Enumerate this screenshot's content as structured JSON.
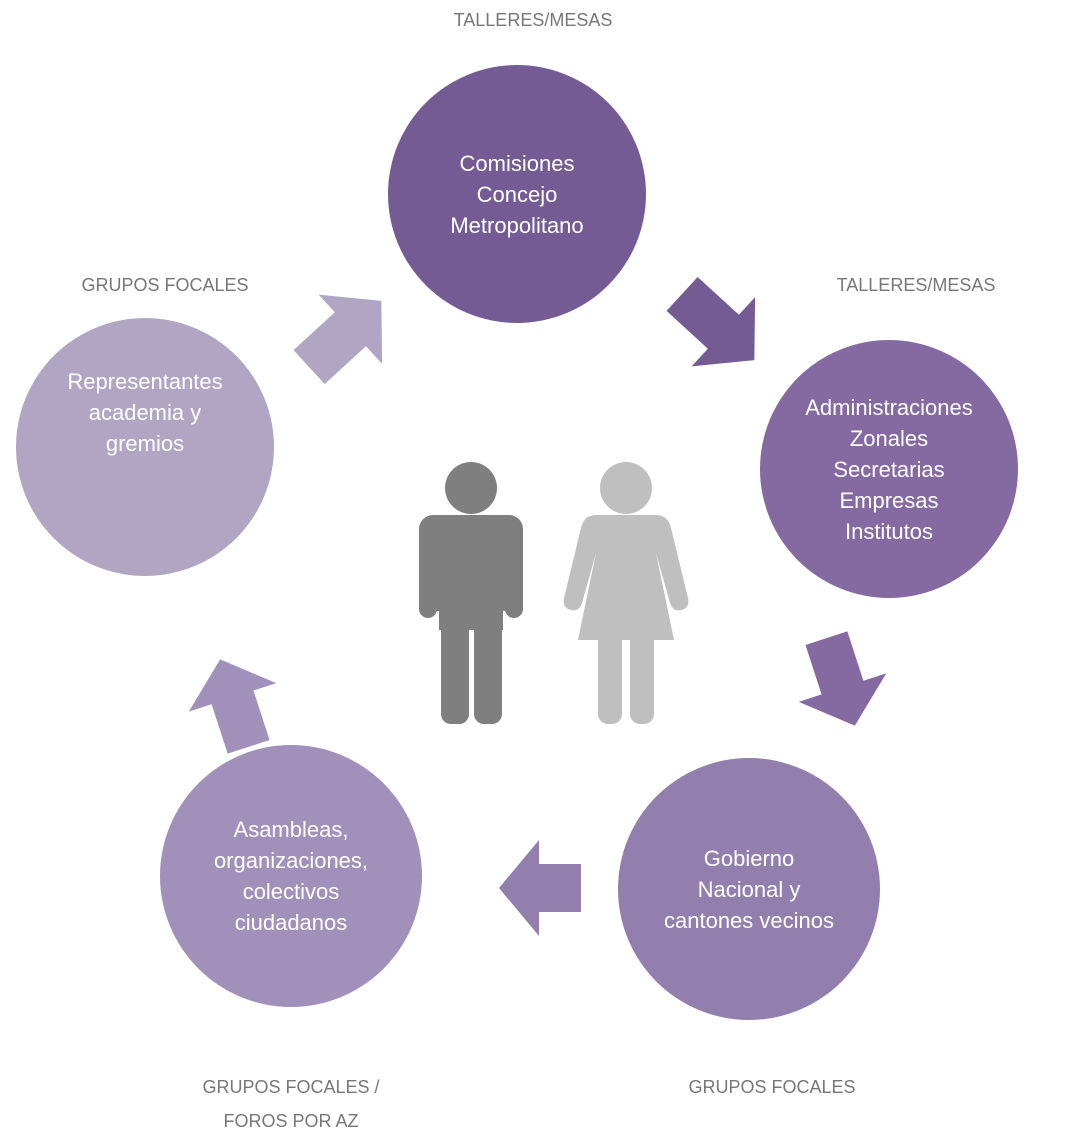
{
  "colors": {
    "node_top": "#745b93",
    "node_right": "#8569a1",
    "node_bottom_right": "#937fad",
    "node_bottom_left": "#a190b9",
    "node_left": "#b0a6c4",
    "arrow_top_right": "#745b93",
    "arrow_right": "#8569a1",
    "arrow_bottom": "#937fad",
    "arrow_left": "#a190b9",
    "arrow_top_left": "#b0a6c4",
    "caption_text": "#777777",
    "man_icon": "#7f7f7f",
    "woman_icon": "#bfbfbf"
  },
  "nodes": {
    "top": {
      "lines": [
        "Comisiones",
        "Concejo",
        "Metropolitano"
      ]
    },
    "right": {
      "lines": [
        "Administraciones",
        "Zonales",
        "Secretarias",
        "Empresas",
        "Institutos"
      ]
    },
    "bottom_right": {
      "lines": [
        "Gobierno",
        "Nacional y",
        "cantones vecinos"
      ]
    },
    "bottom_left": {
      "lines": [
        "Asambleas,",
        "organizaciones,",
        "colectivos",
        "ciudadanos"
      ]
    },
    "left": {
      "lines": [
        "Representantes",
        "academia y",
        "gremios"
      ]
    }
  },
  "captions": {
    "top": "TALLERES/MESAS",
    "right": "TALLERES/MESAS",
    "bottom_right": "GRUPOS FOCALES",
    "bottom_left_1": "GRUPOS FOCALES /",
    "bottom_left_2": "FOROS POR AZ",
    "left": "GRUPOS FOCALES"
  },
  "icons": {
    "man": "man-icon",
    "woman": "woman-icon",
    "arrows": "chevron-arrow-icon"
  }
}
